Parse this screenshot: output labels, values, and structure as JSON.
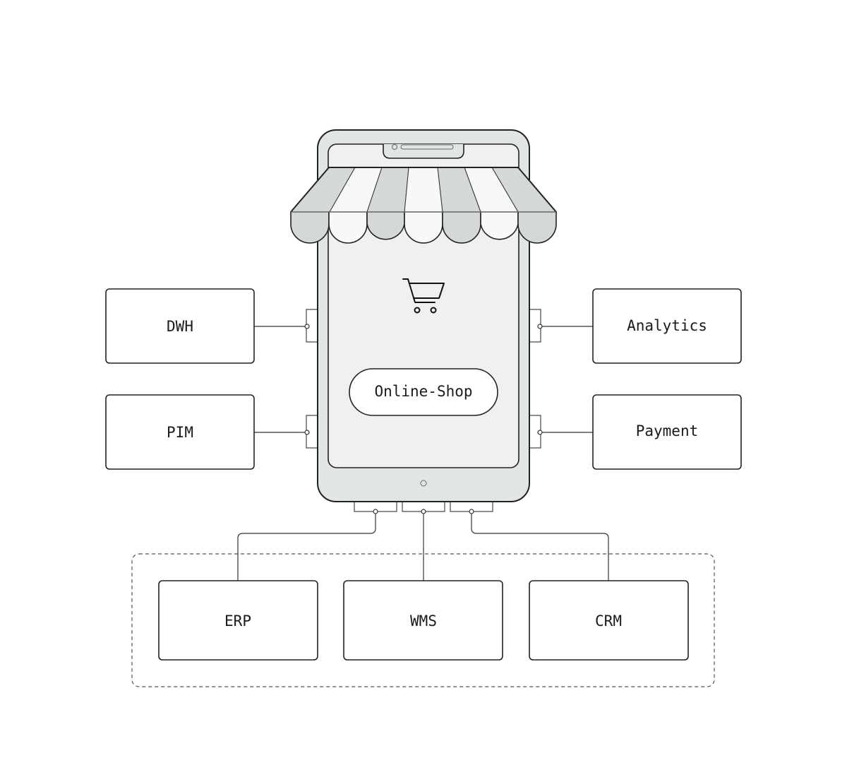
{
  "center": {
    "label": "Online-Shop"
  },
  "systems": {
    "left": [
      "DWH",
      "PIM"
    ],
    "right": [
      "Analytics",
      "Payment"
    ],
    "bottom": [
      "ERP",
      "WMS",
      "CRM"
    ]
  },
  "icons": {
    "cart": "shopping-cart-icon",
    "awning": "shop-awning-icon"
  },
  "colors": {
    "phone_body": "#e2e5e5",
    "awning_dark": "#d5d8d8",
    "awning_light": "#f8f8f8",
    "stroke": "#222222"
  }
}
